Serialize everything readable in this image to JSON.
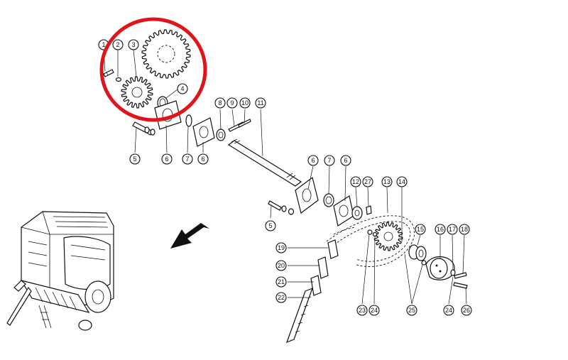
{
  "figure": {
    "highlight_color": "#e0141b",
    "line_color": "#111111",
    "callouts": [
      "1",
      "2",
      "3",
      "4",
      "5",
      "6",
      "7",
      "6",
      "8",
      "9",
      "10",
      "11",
      "6",
      "7",
      "6",
      "12",
      "27",
      "13",
      "14",
      "5",
      "15",
      "16",
      "17",
      "18",
      "19",
      "20",
      "21",
      "22",
      "23",
      "24",
      "25",
      "24",
      "26"
    ]
  }
}
